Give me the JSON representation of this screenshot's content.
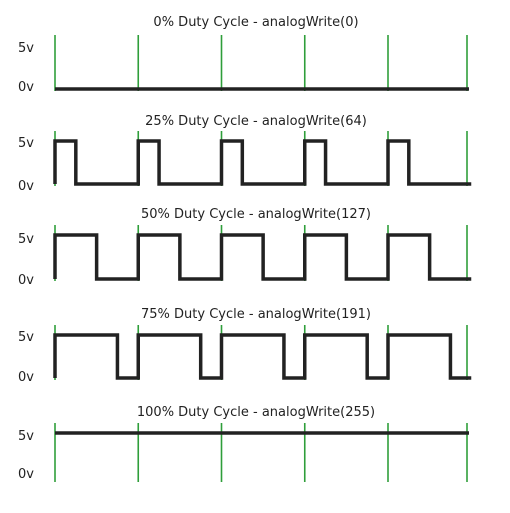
{
  "diagram": {
    "colors": {
      "background": "#ffffff",
      "waveform": "#222222",
      "period_marker": "#2f9e3a",
      "text": "#222222"
    },
    "voltage_labels": {
      "high": "5v",
      "low": "0v"
    },
    "panels": [
      {
        "title": "0% Duty Cycle - analogWrite(0)",
        "duty_cycle": 0
      },
      {
        "title": "25% Duty Cycle - analogWrite(64)",
        "duty_cycle": 0.25
      },
      {
        "title": "50% Duty Cycle - analogWrite(127)",
        "duty_cycle": 0.5
      },
      {
        "title": "75% Duty Cycle - analogWrite(191)",
        "duty_cycle": 0.75
      },
      {
        "title": "100% Duty Cycle - analogWrite(255)",
        "duty_cycle": 1
      }
    ]
  }
}
